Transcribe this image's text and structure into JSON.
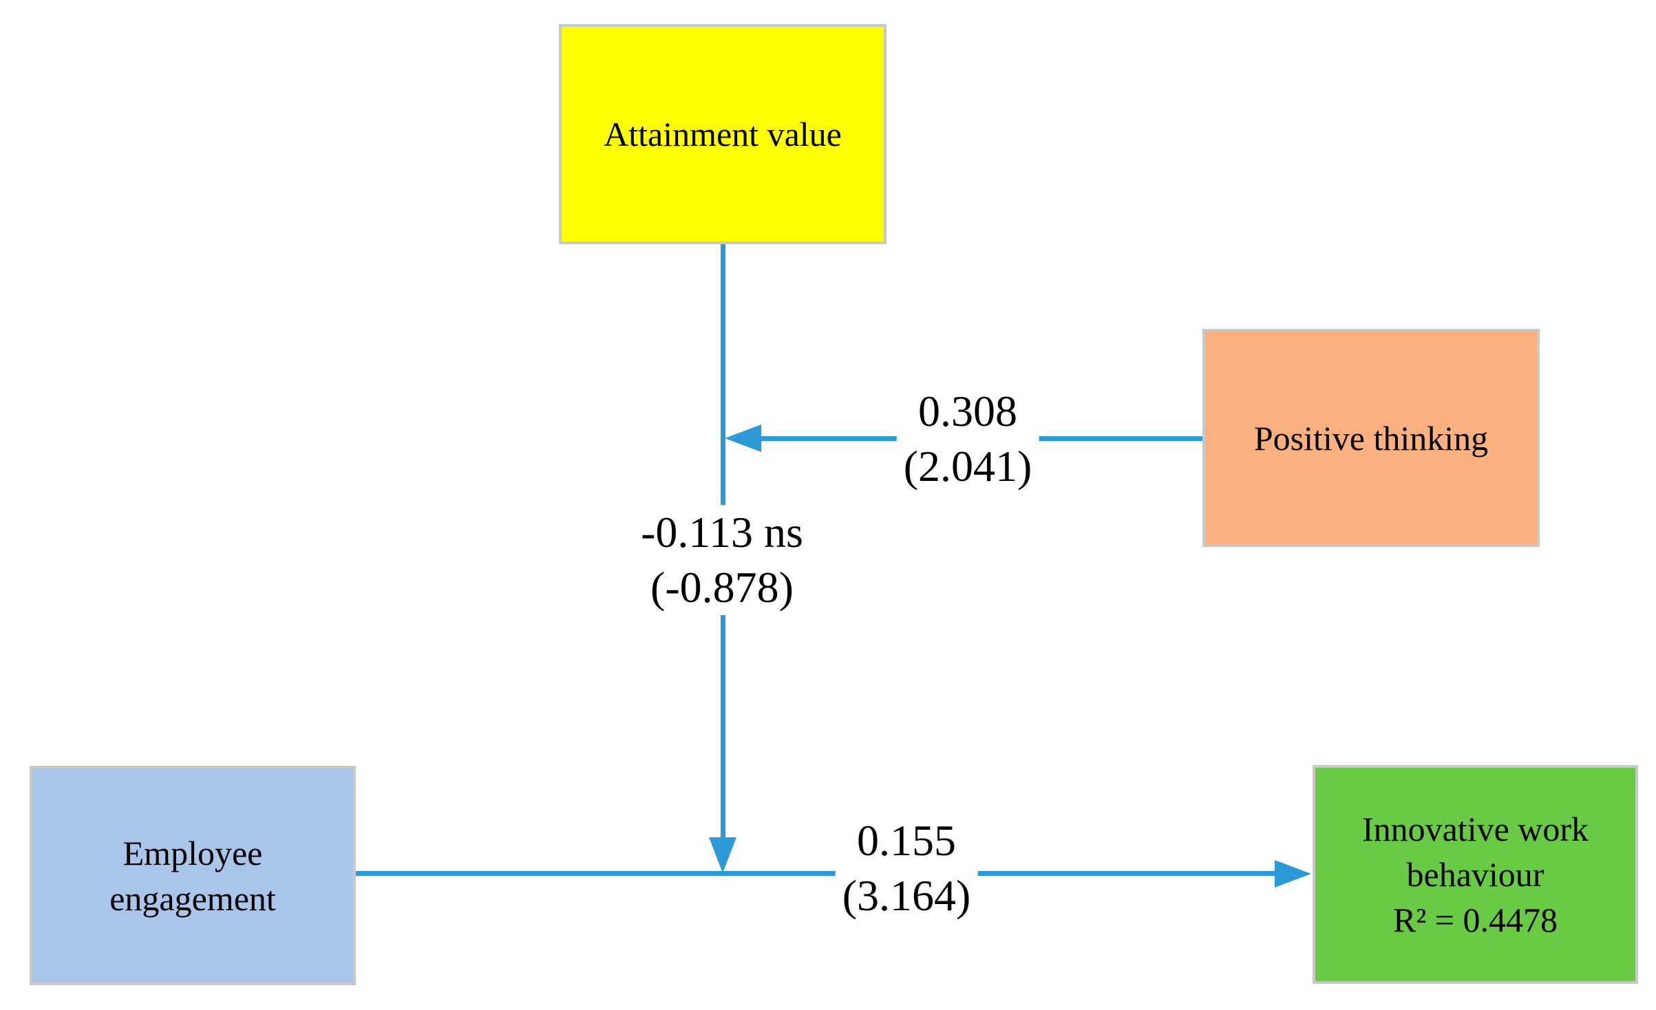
{
  "diagram": {
    "nodes": {
      "attainment_value": {
        "label": "Attainment value",
        "fill": "#FFFF00"
      },
      "positive_thinking": {
        "label": "Positive thinking",
        "fill": "#FBB17F"
      },
      "employee_engagement": {
        "label": "Employee engagement",
        "fill": "#A9C5E9"
      },
      "innovative_work_behaviour": {
        "label": "Innovative work behaviour",
        "r_squared": "R² = 0.4478",
        "fill": "#69CA45"
      }
    },
    "edges": {
      "positive_thinking_to_attainment": {
        "coefficient": "0.308",
        "t_value": "(2.041)"
      },
      "attainment_moderation_path": {
        "coefficient": "-0.113 ns",
        "t_value": "(-0.878)"
      },
      "engagement_to_innovative": {
        "coefficient": "0.155",
        "t_value": "(3.164)"
      }
    },
    "colors": {
      "arrow": "#2B9AD7",
      "node_border": "#C8C8C8"
    }
  }
}
